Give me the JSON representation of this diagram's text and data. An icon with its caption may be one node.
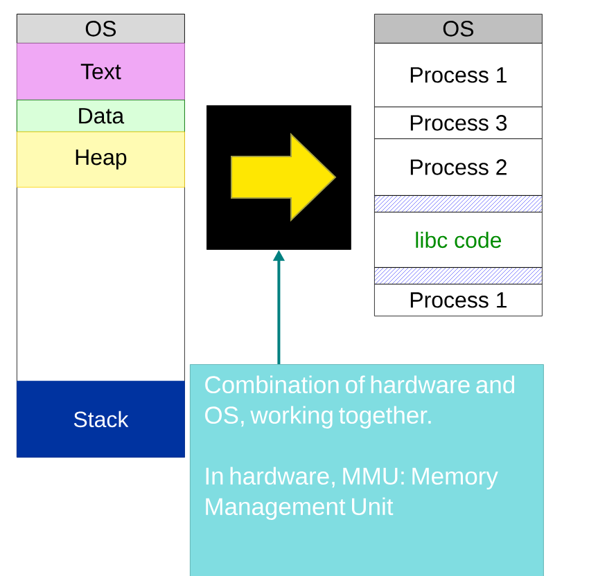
{
  "diagram": {
    "nodes": [
      {
        "text": [],
        "shape": "box"
      },
      {
        "text": [
          "OS"
        ],
        "in": 0
      },
      {
        "text": [
          "Text"
        ],
        "in": 0
      },
      {
        "text": [
          "Data"
        ],
        "in": 0
      },
      {
        "text": [
          "Heap"
        ],
        "in": 0
      },
      {
        "text": [
          "Stack"
        ],
        "in": 0
      },
      {
        "text": [],
        "shape": "picture"
      },
      {
        "text": [
          "OS"
        ]
      },
      {
        "text": [
          "Process 1"
        ]
      },
      {
        "text": [
          "Process 3"
        ]
      },
      {
        "text": [
          "Process 2"
        ]
      },
      {
        "text": [],
        "shape": "bar"
      },
      {
        "text": [
          "libc code"
        ]
      },
      {
        "text": [],
        "shape": "bar"
      },
      {
        "text": [
          "Process 1"
        ]
      },
      {
        "text": [
          "Combination of hardware and OS, working together.",
          "In hardware, MMU: Memory Management Unit"
        ]
      }
    ],
    "edges": [
      {
        "from": 15,
        "to": 6,
        "arrow": "to"
      }
    ]
  }
}
